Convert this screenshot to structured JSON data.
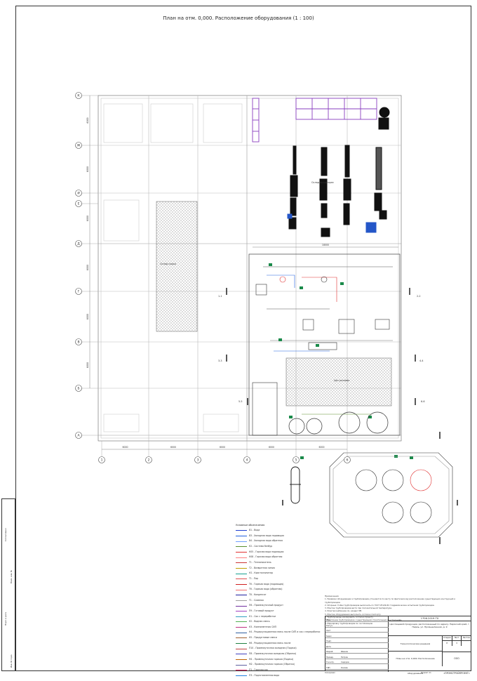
{
  "title": "План на отм. 0,000. Расположение оборудования (1 : 100)",
  "grid": {
    "cols": [
      "1",
      "2",
      "3",
      "4",
      "5",
      "6"
    ],
    "rows": [
      "К",
      "Ж",
      "И",
      "Е",
      "Д",
      "Г",
      "В",
      "Б",
      "А"
    ],
    "col_dims": [
      "6000",
      "6000",
      "6000",
      "6000",
      "6000"
    ],
    "row_dims": [
      "6000",
      "6000",
      "6000",
      "6000",
      "6000",
      "6000"
    ],
    "overall": "18000"
  },
  "room_labels": {
    "syrosklad": "Склад сырья",
    "cex": "Цех розлива",
    "tanks": "Склад продукции"
  },
  "sections": {
    "l1": "1-1",
    "l2": "2-2",
    "l3": "3-3",
    "l4": "4-4",
    "l5": "5-5",
    "l6": "6-6"
  },
  "legend": {
    "title": "Условные обозначения",
    "items": [
      {
        "label": "В1 - Вода",
        "color": "#1f3fd0"
      },
      {
        "label": "В3 - Холодная вода подающая",
        "color": "#2060e0"
      },
      {
        "label": "В4 - Холодная вода обратная",
        "color": "#6fa0ff"
      },
      {
        "label": "К2 - Система безбур",
        "color": "#5a8f2f"
      },
      {
        "label": "К05 - Горячая вода подающая",
        "color": "#e03030"
      },
      {
        "label": "К08 - Горячая вода обратная",
        "color": "#ff8080"
      },
      {
        "label": "Т1 - Теплоноситель",
        "color": "#cc3333"
      },
      {
        "label": "Т2 - Возвратная линия",
        "color": "#c0a000"
      },
      {
        "label": "Н2 - Кристаллизатор",
        "color": "#18a090"
      },
      {
        "label": "Т1 - Пар",
        "color": "#e05050"
      },
      {
        "label": "Т6 - Горячая вода (подающая)",
        "color": "#d02020"
      },
      {
        "label": "Т6 - Горячая вода (обратная)",
        "color": "#f07070"
      },
      {
        "label": "Т8 - Конденсат",
        "color": "#2020a0"
      },
      {
        "label": "Т1 - Сливная",
        "color": "#a0a0a0"
      },
      {
        "label": "П6 - Промежуточный продукт",
        "color": "#7030a0"
      },
      {
        "label": "П9 - Готовый продукт",
        "color": "#a040c0"
      },
      {
        "label": "К1 - Сок с переработки",
        "color": "#30a0c0"
      },
      {
        "label": "К2 - Водная смесь",
        "color": "#50b050"
      },
      {
        "label": "К3 - Компонентная СИП",
        "color": "#c03080"
      },
      {
        "label": "К4 - Рециркуляционная смесь после СИП и сок с переработки",
        "color": "#3060a0"
      },
      {
        "label": "К5 - Продуктовые смеси",
        "color": "#a06030"
      },
      {
        "label": "К6 - Рециркуляционная смесь после",
        "color": "#208040"
      },
      {
        "label": "П10 - Промежуточная холодная (Подача)",
        "color": "#c04040"
      },
      {
        "label": "П8 - Промежуточная холодная (Обратка)",
        "color": "#4040c0"
      },
      {
        "label": "М1 - Промежуточная горячая (Подача)",
        "color": "#c06000"
      },
      {
        "label": "М2 - Промежуточная горячая (Обратка)",
        "color": "#6060a0"
      },
      {
        "label": "П1 - Горячая сок",
        "color": "#e02060"
      },
      {
        "label": "П3 - Подготовленная вода",
        "color": "#2080e0"
      }
    ]
  },
  "notes": {
    "title": "Примечания",
    "lines": [
      "1. Привязки оборудования и трубопроводов уточняются по месту по фактическому расположению существующих конструкций и трубопроводов.",
      "2. Опорные стойки трубопроводов выполнить по ГОСТ 25129-82. Гидравлические испытания трубопроводов.",
      "3. Монтаж трубопроводов вести при положительной температуре.",
      "4. Электроснабжение см. раздел ЭМ.",
      "5. Монтаж оборудования выполнить согласно паспорту.",
      "6. Трубопроводы изолировать согласно проекту.",
      "7. Крепление трубопроводов к существующим строительным конструкциям.",
      "8. Маркировку трубопроводов см. экспликацию."
    ]
  },
  "stamp": {
    "code": "1706-2019-ТХ",
    "project": "Цех пищевой продукции, расположенный по адресу: Пермский край, г. Пермь, ул. Промышленная, д. 9",
    "section": "Технологические решения",
    "stage_labels": [
      "Стадия",
      "Лист",
      "Листов"
    ],
    "stage_values": [
      "П",
      "3",
      ""
    ],
    "sheet_name": "План на отм. 0,000. Расположение оборудования",
    "org": "ООО «ПРОМСТРОЙПРОЕКТ»",
    "sign_rows": [
      "Изм.",
      "Кол.уч",
      "Лист",
      "№док",
      "Подп.",
      "Дата",
      "Разраб.",
      "Провер.",
      "Н.контр.",
      "ГИП"
    ],
    "sign_names": [
      "",
      "",
      "",
      "",
      "",
      "",
      "Иванов",
      "Петров",
      "Сидоров",
      "Козлов"
    ],
    "format": "Формат А1",
    "copy": "Копировал"
  },
  "sidebox": {
    "lines": [
      "Согласовано",
      "Взам. инв. №",
      "Подп. и дата",
      "Инв. № подл."
    ]
  }
}
